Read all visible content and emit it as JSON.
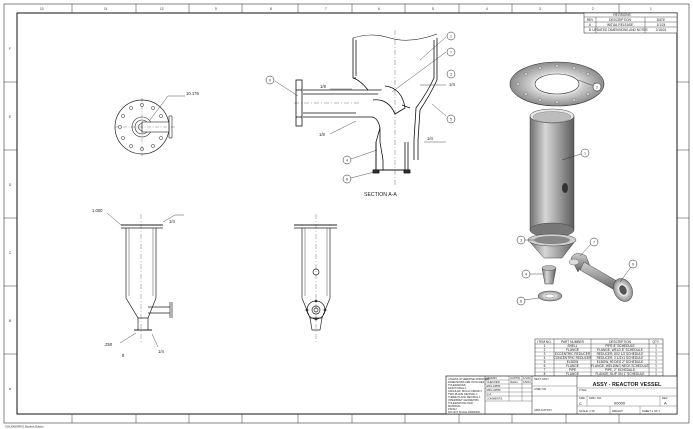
{
  "sheet": {
    "zones_top": [
      "10",
      "11",
      "12",
      "9",
      "8",
      "7",
      "6",
      "5",
      "4",
      "3",
      "2",
      "1"
    ],
    "zones_left": [
      "F",
      "E",
      "D",
      "C",
      "B",
      "A"
    ]
  },
  "revision_table": {
    "header": "REVISIONS",
    "rows": [
      [
        "REV",
        "DESCRIPTION",
        "DATE"
      ],
      [
        "A",
        "INITIAL RELEASE",
        "1/1/24"
      ],
      [
        "B",
        "UPDATED DIMENSIONS AND NOTES",
        "2/15/24"
      ]
    ]
  },
  "dimensions": {
    "top_view_dim": "10.176",
    "fillet_a": "1/8",
    "fillet_b": "1/8",
    "weld_a": "1/4",
    "weld_b": "1/4",
    "side_top": "1.000",
    "side_weld_top": "1/4",
    "side_bottom": ".250",
    "side_weld_bottom": "1/4",
    "side_note": "8"
  },
  "balloons": {
    "section_left": "6",
    "section_top_1": "1",
    "section_top_2": "7",
    "section_right_3": "3",
    "section_right_5": "5",
    "section_bottom_4": "4",
    "section_bottom_8": "8",
    "iso_2": "2",
    "iso_1": "1",
    "iso_3": "3",
    "iso_7": "7",
    "iso_4": "4",
    "iso_8": "8",
    "iso_6": "6"
  },
  "section_label": "SECTION A-A",
  "bom": {
    "headers": [
      "ITEM NO.",
      "PART NUMBER",
      "DESCRIPTION",
      "QTY."
    ],
    "rows": [
      [
        "1",
        "SHELL",
        "PIPE 8\" SCHEDULE",
        "1"
      ],
      [
        "2",
        "FLANGE",
        "FLANGE, WELD 8\" SCHEDULE",
        "1"
      ],
      [
        "3",
        "ECCENTRIC REDUCER",
        "REDUCER, 8X2 1/2 SCHEDULE",
        "1"
      ],
      [
        "4",
        "CONCENTRIC REDUCER",
        "REDUCER, 2 1/2X1 SCHEDULE",
        "1"
      ],
      [
        "5",
        "ELBOW",
        "ELBOW, 90 DEG 2\" SCHEDULE",
        "1"
      ],
      [
        "6",
        "FLANGE",
        "FLANGE, WELDING NECK SCHEDULE",
        "1"
      ],
      [
        "7",
        "PIPE",
        "PIPE, 2\" SCHEDULE",
        "1"
      ],
      [
        "8",
        "FLANGE",
        "FLANGE, SLIP ON 1\" SCHEDULE",
        "1"
      ]
    ]
  },
  "title_block": {
    "notes": [
      "UNLESS OTHERWISE SPECIFIED:",
      "DIMENSIONS ARE IN INCHES",
      "TOLERANCES:",
      "FRACTIONAL ±",
      "ANGULAR: MACH ±  BEND ±",
      "TWO PLACE DECIMAL ±",
      "THREE PLACE DECIMAL ±",
      "INTERPRET GEOMETRIC",
      "TOLERANCING PER:",
      "MATERIAL",
      "FINISH",
      "DO NOT SCALE DRAWING"
    ],
    "fields": [
      [
        "DRAWN",
        "AUSTIN",
        "1/1/24"
      ],
      [
        "CHECKED",
        "JHALL",
        "1/5/24"
      ],
      [
        "ENG APPR.",
        "",
        ""
      ],
      [
        "MFG APPR.",
        "",
        ""
      ],
      [
        "Q.A.",
        "",
        ""
      ],
      [
        "COMMENTS:",
        "",
        ""
      ]
    ],
    "side_fields": [
      "NEXT ASSY",
      "USED ON",
      "APPLICATION"
    ],
    "company": "",
    "title_label": "TITLE:",
    "title": "ASSY - REACTOR VESSEL",
    "size_label": "SIZE",
    "size": "C",
    "dwg_label": "DWG. NO.",
    "dwg_no": "00000",
    "rev_label": "REV",
    "rev": "A",
    "scale": "SCALE: 1:16",
    "weight": "WEIGHT:",
    "sheet": "SHEET 1 OF 1"
  },
  "footer_mark": "SOLIDWORKS Student Edition"
}
